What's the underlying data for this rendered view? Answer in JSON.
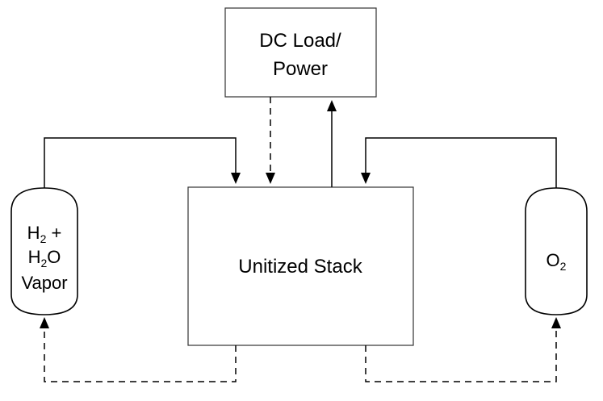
{
  "nodes": {
    "dc_load": {
      "line1": "DC Load/",
      "line2": "Power"
    },
    "stack": {
      "label": "Unitized Stack"
    },
    "h2_tank": {
      "line1_main": "H",
      "line1_sub": "2",
      "line1_rest": " +",
      "line2_main": "H",
      "line2_sub": "2",
      "line2_rest": "O",
      "line3": "Vapor"
    },
    "o2_tank": {
      "main": "O",
      "sub": "2"
    }
  },
  "connections": [
    {
      "from": "h2_tank",
      "to": "stack",
      "style": "solid"
    },
    {
      "from": "stack",
      "to": "h2_tank",
      "style": "dashed"
    },
    {
      "from": "dc_load",
      "to": "stack",
      "style": "dashed"
    },
    {
      "from": "stack",
      "to": "dc_load",
      "style": "solid"
    },
    {
      "from": "o2_tank",
      "to": "stack",
      "style": "solid"
    },
    {
      "from": "stack",
      "to": "o2_tank",
      "style": "dashed"
    }
  ]
}
